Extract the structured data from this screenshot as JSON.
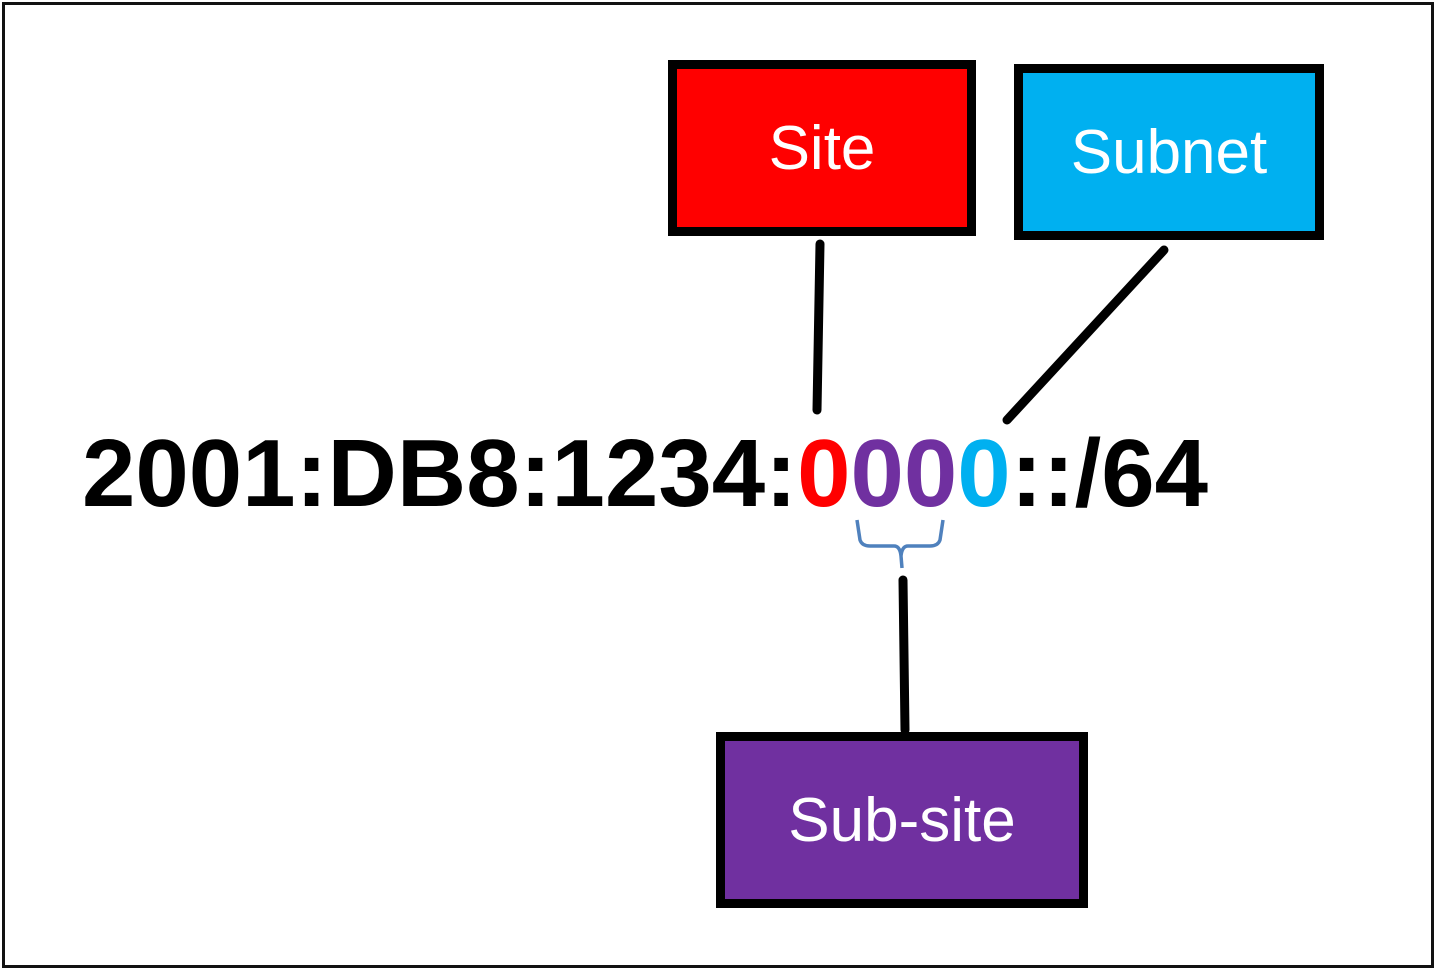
{
  "diagram": {
    "address": {
      "prefix": "2001:DB8:1234:",
      "site_digit": "0",
      "subsite_digits": "00",
      "subnet_digit": "0",
      "suffix": "::/64"
    },
    "boxes": {
      "site": "Site",
      "subnet": "Subnet",
      "subsite": "Sub-site"
    },
    "colors": {
      "site": "#ff0000",
      "subnet": "#00b0f0",
      "subsite": "#7030a0",
      "bracket": "#4f81bd",
      "text": "#000000",
      "connector": "#000000"
    }
  }
}
